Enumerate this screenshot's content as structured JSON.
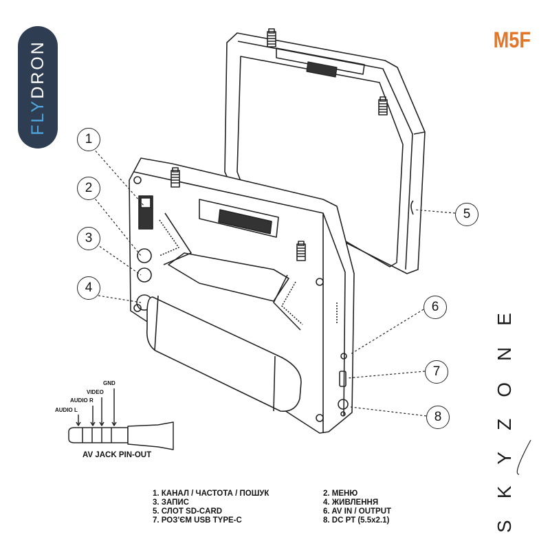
{
  "brand": {
    "logo_part1": "FLY",
    "logo_part2": "DRON",
    "colors": {
      "pill": "#2f3d52",
      "fly": "#4fa6dd",
      "dron": "#ffffff"
    }
  },
  "model": {
    "name": "M5F",
    "color": "#e2762a"
  },
  "manufacturer": {
    "logo_text": "SKYZONE",
    "letters": [
      "S",
      "K",
      "Y",
      "Z",
      "O",
      "N",
      "E"
    ]
  },
  "callouts": [
    {
      "number": "1",
      "target": "channel-frequency-search-button"
    },
    {
      "number": "2",
      "target": "menu-button"
    },
    {
      "number": "3",
      "target": "record-button"
    },
    {
      "number": "4",
      "target": "power-button"
    },
    {
      "number": "5",
      "target": "sd-card-slot"
    },
    {
      "number": "6",
      "target": "av-jack"
    },
    {
      "number": "7",
      "target": "usb-type-c-port"
    },
    {
      "number": "8",
      "target": "dc-port"
    }
  ],
  "av_jack": {
    "title": "AV JACK PIN-OUT",
    "pins": [
      "AUDIO L",
      "AUDIO R",
      "VIDEO",
      "GND"
    ]
  },
  "legend": {
    "left": [
      "1. КАНАЛ / ЧАСТОТА / ПОШУК",
      "3. ЗАПИС",
      "5. СЛОТ SD-CARD",
      "7. РОЗ'ЄМ USB TYPE-C"
    ],
    "right": [
      "2. МЕНЮ",
      "4. ЖИВЛЕННЯ",
      "6. AV IN / OUTPUT",
      "8. DC РТ (5.5x2.1)"
    ]
  }
}
